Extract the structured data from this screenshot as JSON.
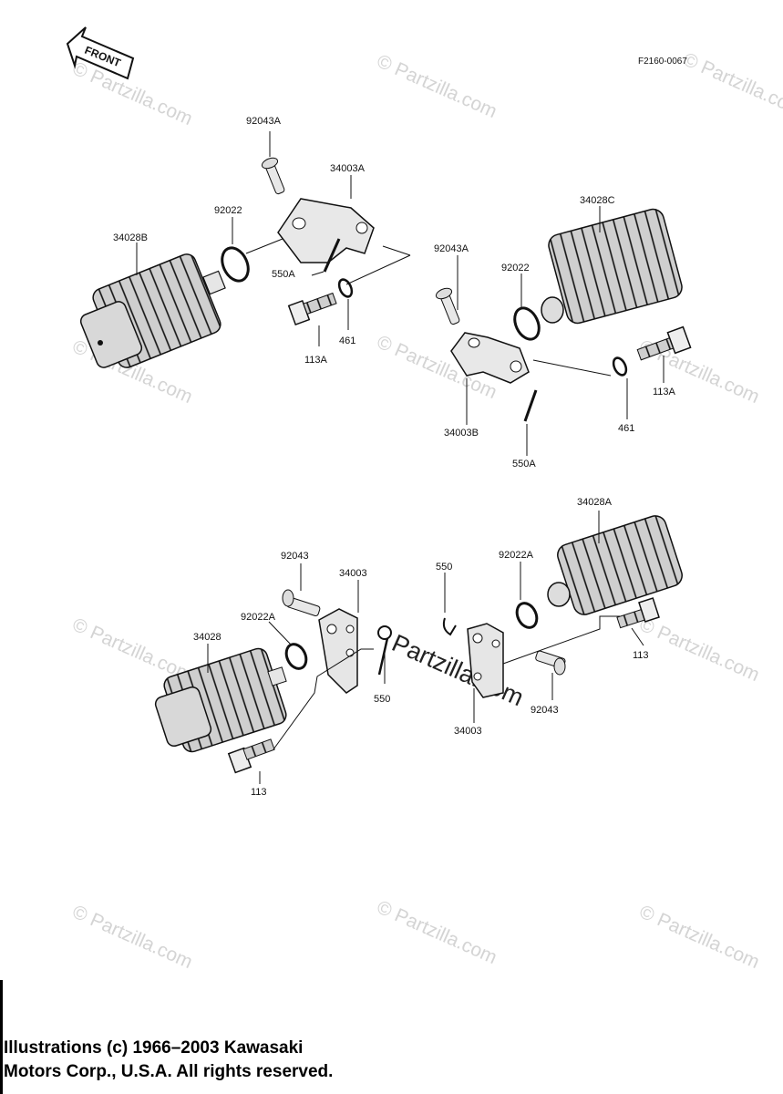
{
  "diagram": {
    "figure_code": "F2160-0067",
    "front_label": "FRONT",
    "watermark": "© Partzilla.com",
    "center_watermark": "Partzilla.com",
    "copyright_lines": [
      "Illustrations (c) 1966–2003 Kawasaki",
      "Motors Corp., U.S.A.  All rights reserved."
    ],
    "labels": {
      "a_92043A": "92043A",
      "a_34003A": "34003A",
      "a_92022": "92022",
      "a_34028B": "34028B",
      "a_550A": "550A",
      "a_113A": "113A",
      "a_461": "461",
      "b_92043A": "92043A",
      "b_34028C": "34028C",
      "b_92022": "92022",
      "b_34003B": "34003B",
      "b_550A": "550A",
      "b_461": "461",
      "b_113A": "113A",
      "c_92043": "92043",
      "c_34003": "34003",
      "c_92022A": "92022A",
      "c_34028": "34028",
      "c_550": "550",
      "c_113": "113",
      "d_550": "550",
      "d_92022A": "92022A",
      "d_34028A": "34028A",
      "d_113": "113",
      "d_92043": "92043",
      "d_34003": "34003"
    }
  }
}
